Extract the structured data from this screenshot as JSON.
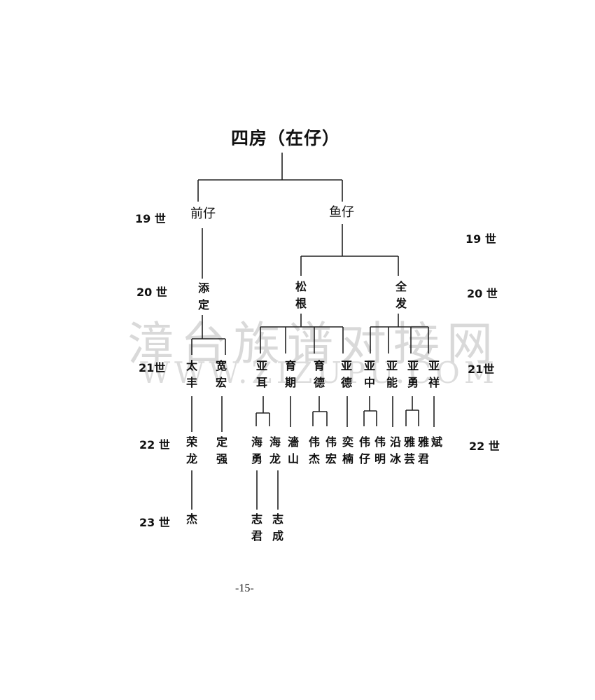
{
  "title": "四房（在仔）",
  "watermark": {
    "line1": "漳台族谱对接网",
    "line2": "WWW.ZIZUPU.COM"
  },
  "page_number": "-15-",
  "generations": {
    "g19": "19 世",
    "g20": "20 世",
    "g21": "21世",
    "g22": "22 世",
    "g23": "23 世"
  },
  "names": {
    "qianzai": "前仔",
    "yuzai": "鱼仔",
    "tianding": "添\n定",
    "songgen": "松\n根",
    "quanfa": "全\n发",
    "taifeng": "太\n丰",
    "kuanhong": "宽\n宏",
    "yaer": "亚\n耳",
    "yuqi": "育\n期",
    "yude1": "育\n德",
    "yade": "亚\n德",
    "yazhong": "亚\n中",
    "yaneng": "亚\n能",
    "yayong": "亚\n勇",
    "yaxiang": "亚\n祥",
    "ronglong": "荣\n龙",
    "dingqiang": "定\n强",
    "haiyong": "海\n勇",
    "hailong": "海\n龙",
    "runshan": "濇\n山",
    "weijie": "伟\n杰",
    "weihong": "伟\n宏",
    "yinan": "奕\n楠",
    "weizai": "伟\n仔",
    "weiming": "伟\n明",
    "yanbing": "沿\n冰",
    "yayun": "雅\n芸",
    "yajun": "雅\n君",
    "bin": "斌",
    "jie": "杰",
    "zhijun": "志\n君",
    "zhicheng": "志\n成"
  }
}
